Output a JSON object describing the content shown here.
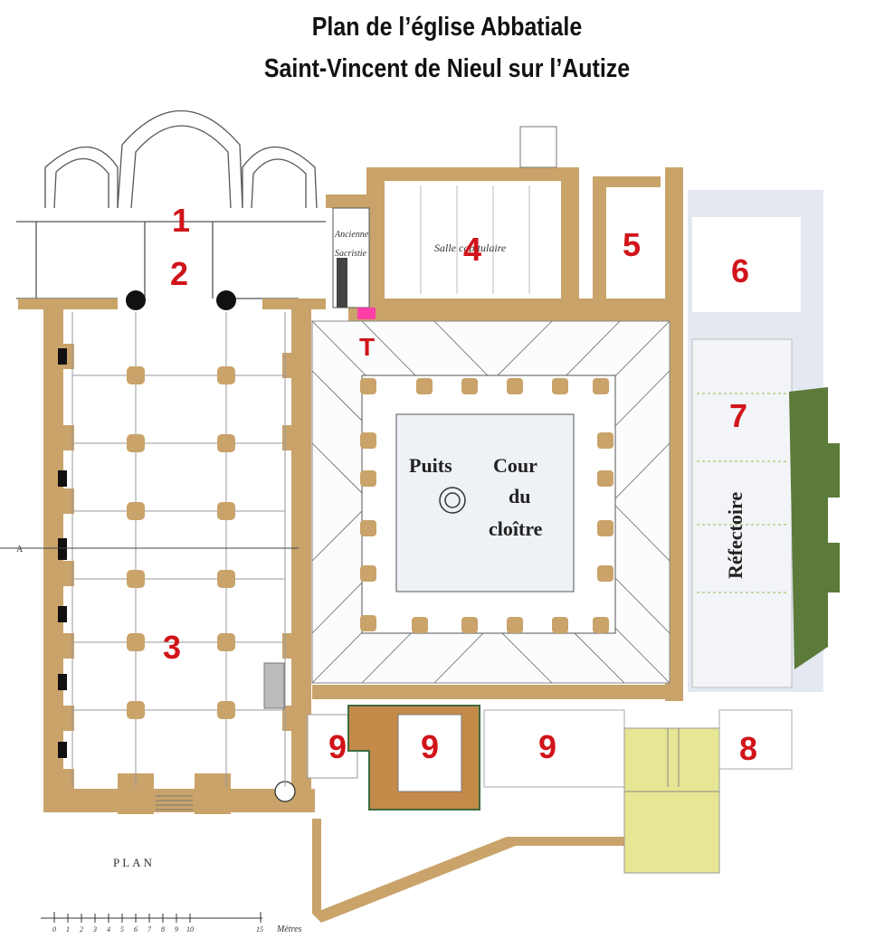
{
  "title_line1": "Plan de l’église Abbatiale",
  "title_line2": "Saint-Vincent de Nieul sur l’Autize",
  "labels": {
    "n1": "1",
    "n2": "2",
    "n3": "3",
    "n4": "4",
    "n5": "5",
    "n6": "6",
    "n7": "7",
    "n8": "8",
    "n9a": "9",
    "n9b": "9",
    "n9c": "9",
    "t": "T",
    "puits": "Puits",
    "cour1": "Cour",
    "cour2": "du",
    "cour3": "cloître",
    "refectoire": "Réfectoire",
    "salle": "Salle capitulaire",
    "sacristie1": "Ancienne",
    "sacristie2": "Sacristie",
    "plan": "PLAN",
    "metres": "Mètres",
    "axis_a": "A"
  },
  "scale_ticks": [
    "0",
    "1",
    "2",
    "3",
    "4",
    "5",
    "6",
    "7",
    "8",
    "9",
    "10",
    "15"
  ],
  "colors": {
    "wall": "#c9a36a",
    "number": "#d0141a",
    "green": "#5c7a3a",
    "yellow": "#e6e694",
    "pink": "#ff3fa6",
    "paving": "#e4e9f1",
    "brown_room": "#c48a4a"
  }
}
